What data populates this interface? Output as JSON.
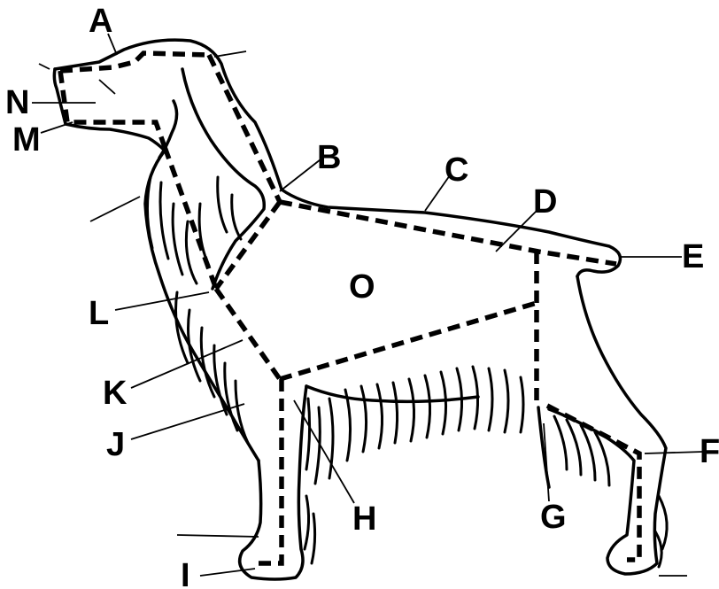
{
  "colors": {
    "ink": "#000000",
    "background": "#ffffff"
  },
  "labels": {
    "A": "A",
    "B": "B",
    "C": "C",
    "D": "D",
    "E": "E",
    "F": "F",
    "G": "G",
    "H": "H",
    "I": "I",
    "J": "J",
    "K": "K",
    "L": "L",
    "M": "M",
    "N": "N",
    "O": "O"
  }
}
